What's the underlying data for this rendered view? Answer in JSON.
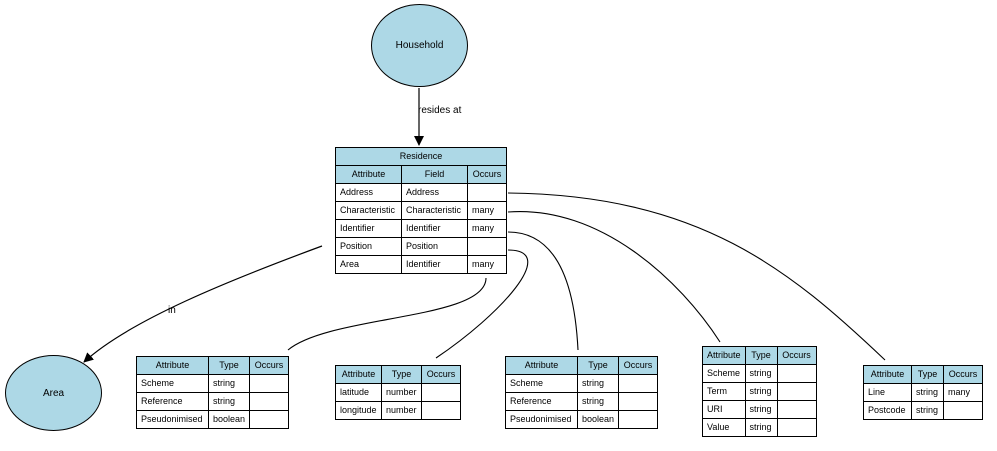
{
  "nodes": {
    "household": "Household",
    "area": "Area"
  },
  "edges": {
    "resides_at": "resides at",
    "in": "in"
  },
  "columns": {
    "attribute": "Attribute",
    "field": "Field",
    "type": "Type",
    "occurs": "Occurs"
  },
  "residence": {
    "title": "Residence",
    "rows": [
      [
        "Address",
        "Address",
        ""
      ],
      [
        "Characteristic",
        "Characteristic",
        "many"
      ],
      [
        "Identifier",
        "Identifier",
        "many"
      ],
      [
        "Position",
        "Position",
        ""
      ],
      [
        "Area",
        "Identifier",
        "many"
      ]
    ]
  },
  "identifier_area": {
    "rows": [
      [
        "Scheme",
        "string",
        ""
      ],
      [
        "Reference",
        "string",
        ""
      ],
      [
        "Pseudonimised",
        "boolean",
        ""
      ]
    ]
  },
  "position": {
    "rows": [
      [
        "latitude",
        "number",
        ""
      ],
      [
        "longitude",
        "number",
        ""
      ]
    ]
  },
  "identifier": {
    "rows": [
      [
        "Scheme",
        "string",
        ""
      ],
      [
        "Reference",
        "string",
        ""
      ],
      [
        "Pseudonimised",
        "boolean",
        ""
      ]
    ]
  },
  "characteristic": {
    "rows": [
      [
        "Scheme",
        "string",
        ""
      ],
      [
        "Term",
        "string",
        ""
      ],
      [
        "URI",
        "string",
        ""
      ],
      [
        "Value",
        "string",
        ""
      ]
    ]
  },
  "address": {
    "rows": [
      [
        "Line",
        "string",
        "many"
      ],
      [
        "Postcode",
        "string",
        ""
      ]
    ]
  }
}
